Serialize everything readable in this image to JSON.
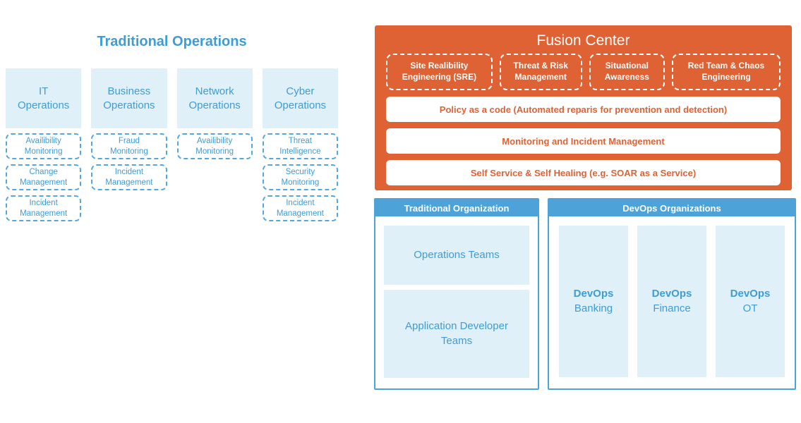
{
  "colors": {
    "orange": "#DE6234",
    "blue": "#4DA3D8",
    "light_blue": "#DFF0F8",
    "text_blue": "#3E9CD6"
  },
  "traditional_operations": {
    "title": "Traditional Operations",
    "columns": [
      {
        "label": "IT\nOperations",
        "items": [
          "Availibility\nMonitoring",
          "Change\nManagement",
          "Incident\nManagement"
        ]
      },
      {
        "label": "Business\nOperations",
        "items": [
          "Fraud\nMonitoring",
          "Incident\nManagement"
        ]
      },
      {
        "label": "Network\nOperations",
        "items": [
          "Availibility\nMonitoring"
        ]
      },
      {
        "label": "Cyber\nOperations",
        "items": [
          "Threat\nIntelligence",
          "Security\nMonitoring",
          "Incident\nManagement"
        ]
      }
    ]
  },
  "fusion_center": {
    "title": "Fusion Center",
    "pillars": [
      "Site Realibility\nEngineering (SRE)",
      "Threat & Risk\nManagement",
      "Situational\nAwareness",
      "Red Team & Chaos\nEngineering"
    ],
    "bars": [
      "Policy as a code (Automated reparis for prevention and detection)",
      "Monitoring and Incident Management",
      "Self Service & Self Healing (e.g. SOAR as a Service)"
    ]
  },
  "traditional_organization": {
    "header": "Traditional Organization",
    "teams": [
      "Operations Teams",
      "Application Developer\nTeams"
    ]
  },
  "devops_organizations": {
    "header": "DevOps Organizations",
    "groups": [
      {
        "name": "DevOps",
        "unit": "Banking"
      },
      {
        "name": "DevOps",
        "unit": "Finance"
      },
      {
        "name": "DevOps",
        "unit": "OT"
      }
    ]
  }
}
